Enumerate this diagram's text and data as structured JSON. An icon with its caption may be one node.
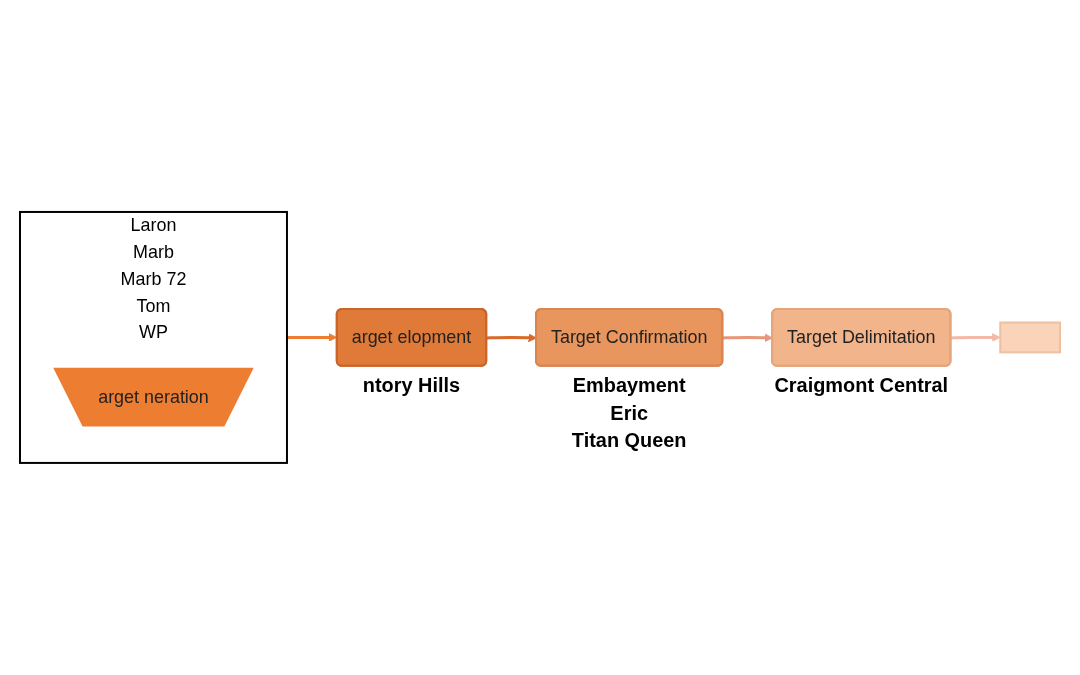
{
  "diagram": {
    "nodes": [
      {
        "text": [
          "Laron",
          "Marb",
          "Marb 72",
          "Tom",
          "WP"
        ]
      },
      {
        "text": [
          "arget neration"
        ],
        "in": 0
      },
      {
        "text": [
          "arget elopment"
        ],
        "beside": [
          "ntory Hills"
        ]
      },
      {
        "text": [
          "Target Confirmation"
        ],
        "beside": [
          "Embayment",
          "Eric",
          "Titan Queen"
        ]
      },
      {
        "text": [
          "Target Delimitation"
        ],
        "beside": [
          "Craigmont Central"
        ]
      },
      {
        "text": [],
        "shape": "box"
      }
    ],
    "edges": [
      {
        "from": 0,
        "to": 2,
        "arrow": "to",
        "color": "#ed7d31"
      },
      {
        "from": 2,
        "to": 3,
        "arrow": "to",
        "color": "#d9692a"
      },
      {
        "from": 3,
        "to": 4,
        "arrow": "to",
        "color": "#e8967a"
      },
      {
        "from": 4,
        "to": 5,
        "arrow": "to",
        "color": "#f4b9a6"
      }
    ]
  }
}
